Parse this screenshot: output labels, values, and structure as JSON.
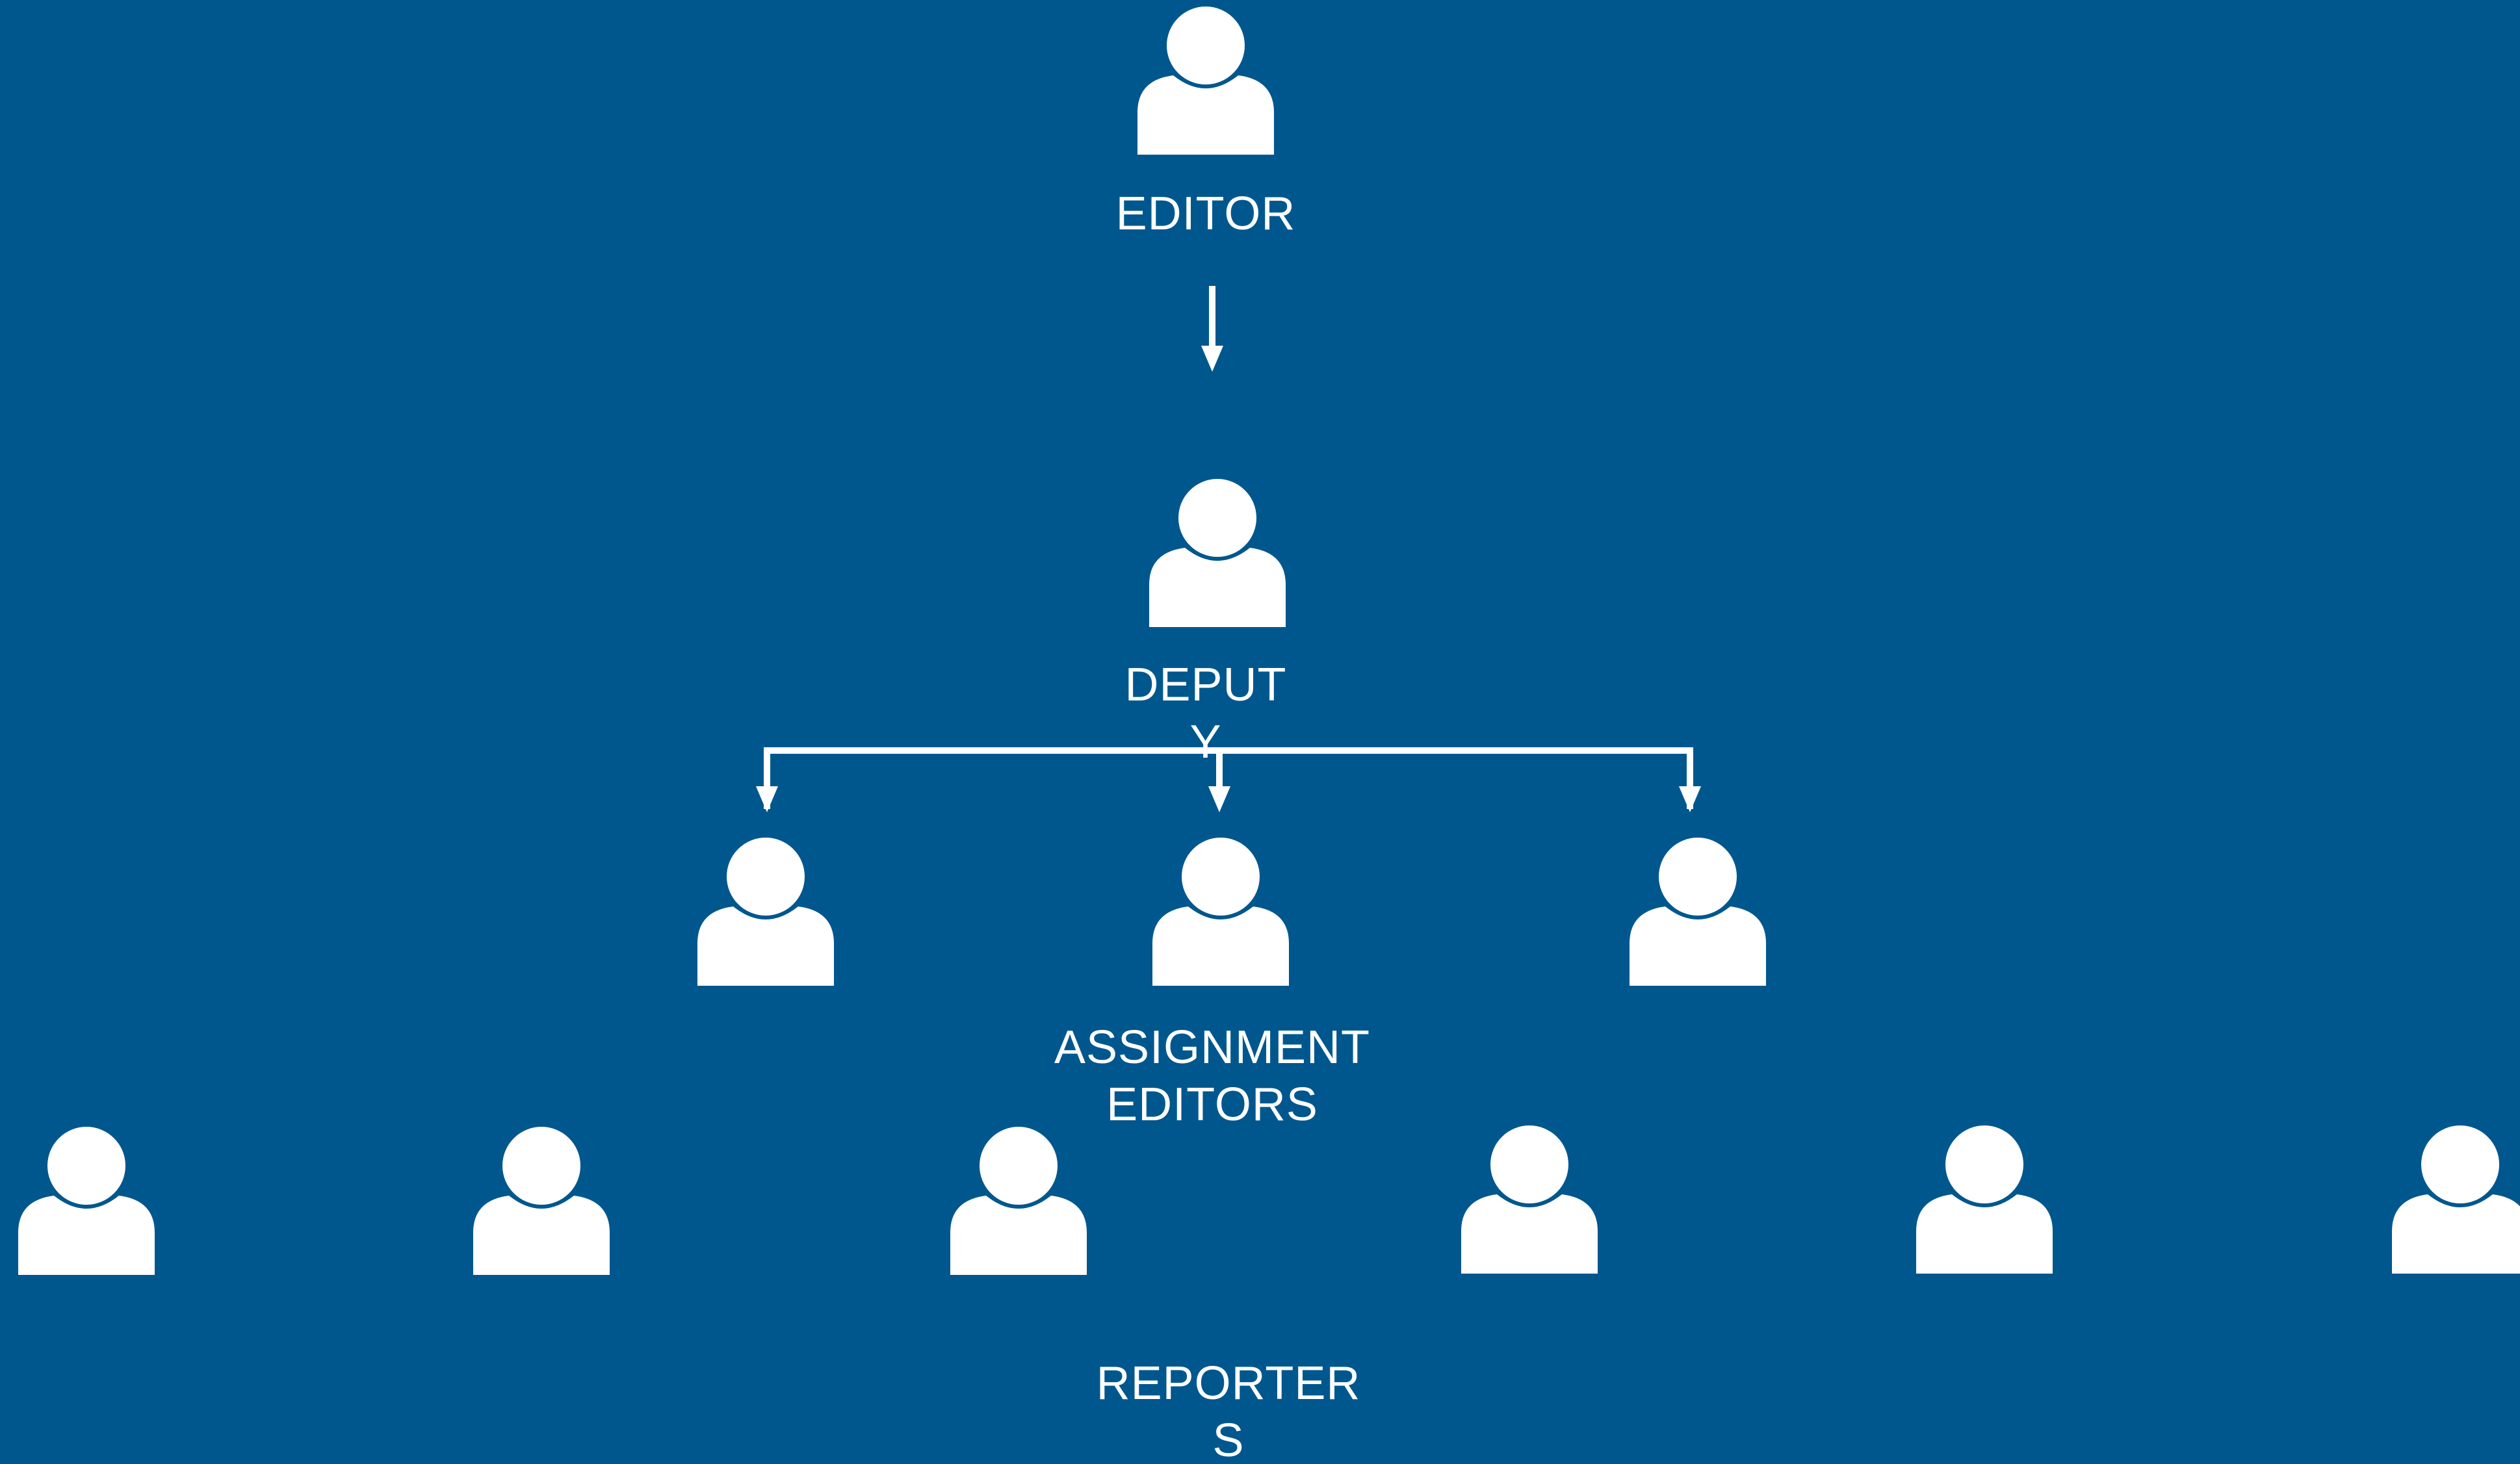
{
  "colors": {
    "background": "#00578e",
    "foreground": "#ffffff"
  },
  "icon_name": "person-icon",
  "levels": {
    "editor": {
      "label": "EDITOR",
      "count": 1
    },
    "deputy": {
      "label": "DEPUT\nY",
      "count": 1
    },
    "assignment_editors": {
      "label": "ASSIGNMENT\nEDITORS",
      "count": 3
    },
    "reporters": {
      "label": "REPORTER\nS",
      "count": 6
    }
  }
}
